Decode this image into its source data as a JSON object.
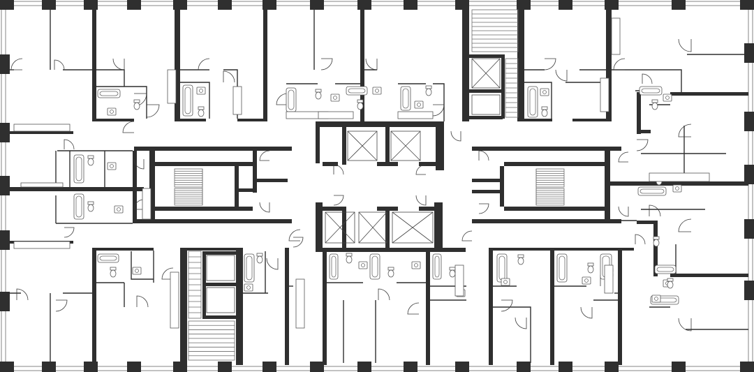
{
  "plan": {
    "kind": "floor-plan",
    "style": {
      "wall_color": "#2f2f2f",
      "line_color": "#555555",
      "background": "#ffffff"
    },
    "symbols": [
      "wall",
      "column",
      "door-swing",
      "window",
      "stair",
      "elevator-shaft",
      "bathtub",
      "toilet",
      "sink",
      "kitchen-counter"
    ]
  }
}
